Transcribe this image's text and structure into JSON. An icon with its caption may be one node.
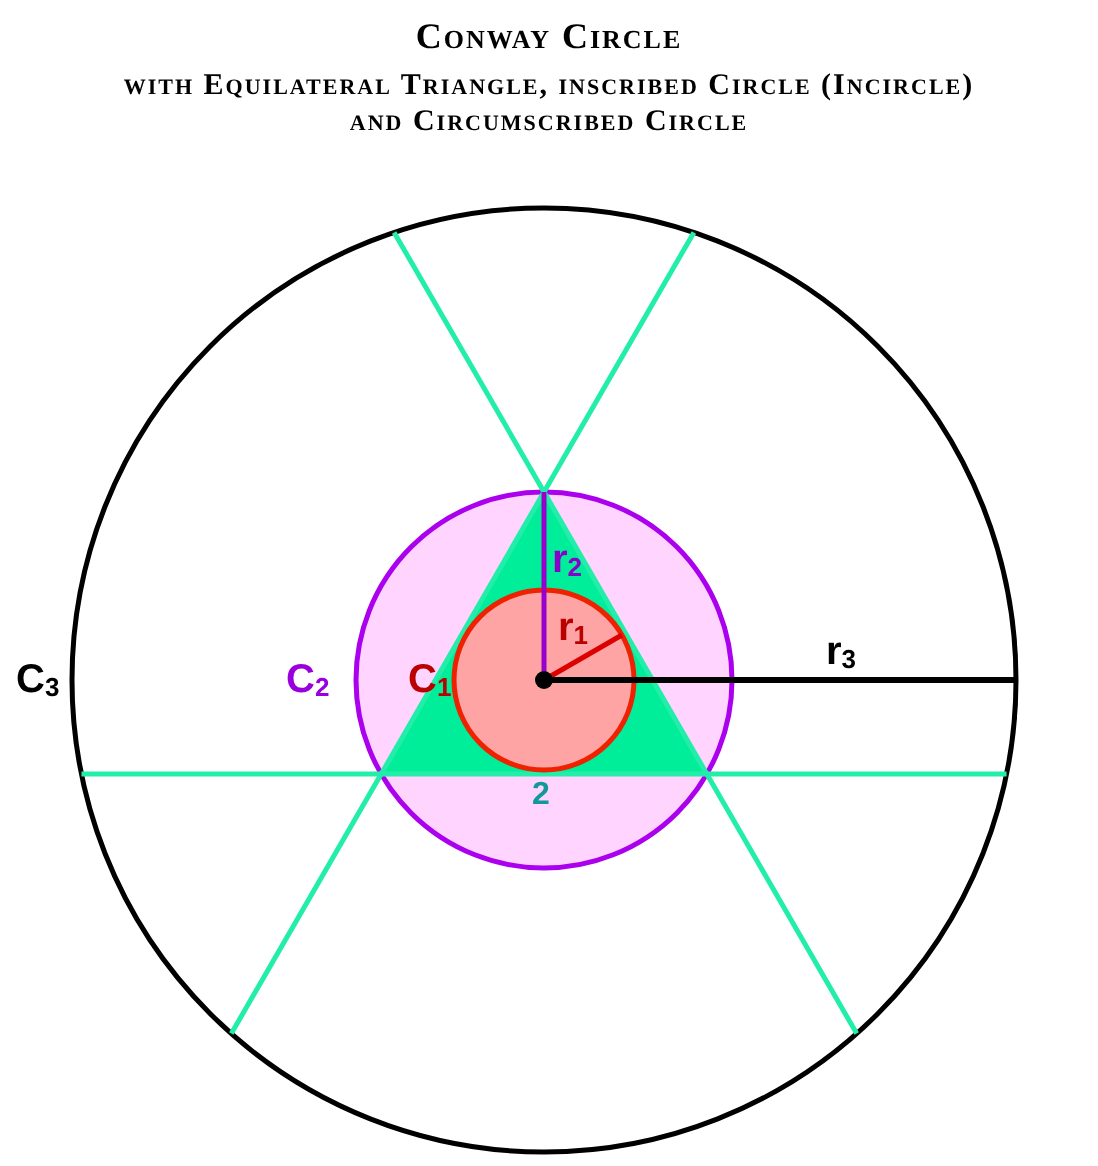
{
  "diagram": {
    "title": "Conway Circle",
    "labels": [
      "with Equilateral Triangle, inscribed Circle (Incircle) and Circumscribed Circle",
      "r$_{2}$",
      "r$_{1}$",
      "C$_{3}$",
      "C$_{2}$",
      "C$_{1}$",
      "r$_{3}$",
      "2"
    ]
  }
}
